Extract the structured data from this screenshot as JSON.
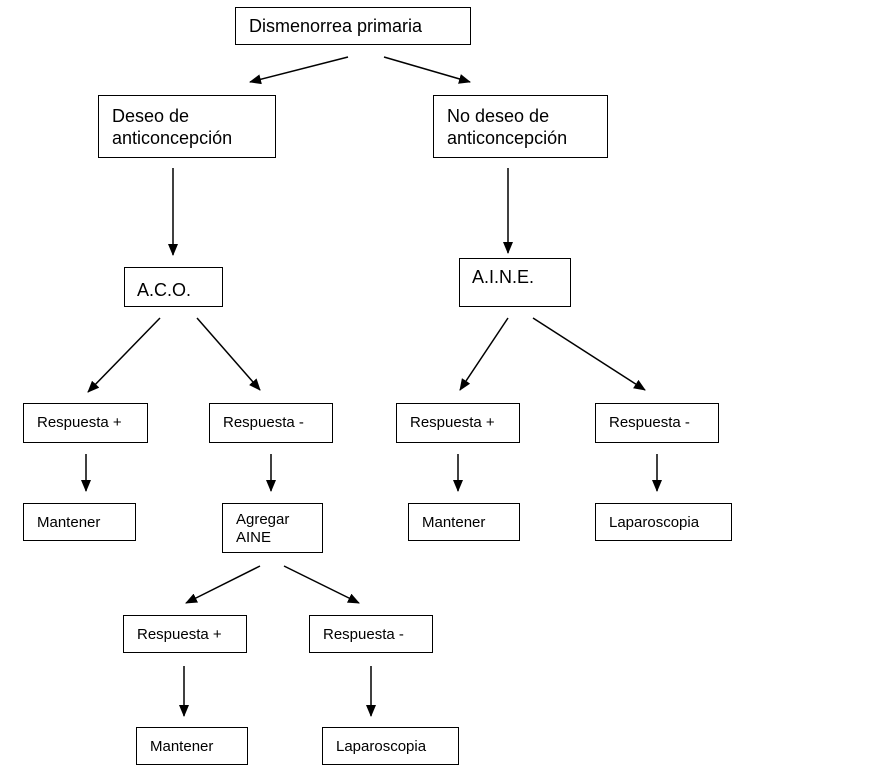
{
  "diagram": {
    "nodes": {
      "root": "Dismenorrea primaria",
      "deseo": "Deseo de\nanticoncepción",
      "no_deseo": "No deseo de\nanticoncepción",
      "aco": "A.C.O.",
      "aine": "A.I.N.E.",
      "resp_pos_aco": "Respuesta +",
      "resp_neg_aco": "Respuesta -",
      "resp_pos_aine": "Respuesta +",
      "resp_neg_aine": "Respuesta -",
      "mantener_aco": "Mantener",
      "agregar_aine": "Agregar\nAINE",
      "mantener_aine": "Mantener",
      "laparoscopia_aine": "Laparoscopia",
      "resp_pos_agregar": "Respuesta +",
      "resp_neg_agregar": "Respuesta -",
      "mantener_agregar": "Mantener",
      "laparoscopia_agregar": "Laparoscopia"
    },
    "edges": [
      [
        "root",
        "deseo"
      ],
      [
        "root",
        "no_deseo"
      ],
      [
        "deseo",
        "aco"
      ],
      [
        "no_deseo",
        "aine"
      ],
      [
        "aco",
        "resp_pos_aco"
      ],
      [
        "aco",
        "resp_neg_aco"
      ],
      [
        "aine",
        "resp_pos_aine"
      ],
      [
        "aine",
        "resp_neg_aine"
      ],
      [
        "resp_pos_aco",
        "mantener_aco"
      ],
      [
        "resp_neg_aco",
        "agregar_aine"
      ],
      [
        "resp_pos_aine",
        "mantener_aine"
      ],
      [
        "resp_neg_aine",
        "laparoscopia_aine"
      ],
      [
        "agregar_aine",
        "resp_pos_agregar"
      ],
      [
        "agregar_aine",
        "resp_neg_agregar"
      ],
      [
        "resp_pos_agregar",
        "mantener_agregar"
      ],
      [
        "resp_neg_agregar",
        "laparoscopia_agregar"
      ]
    ]
  }
}
